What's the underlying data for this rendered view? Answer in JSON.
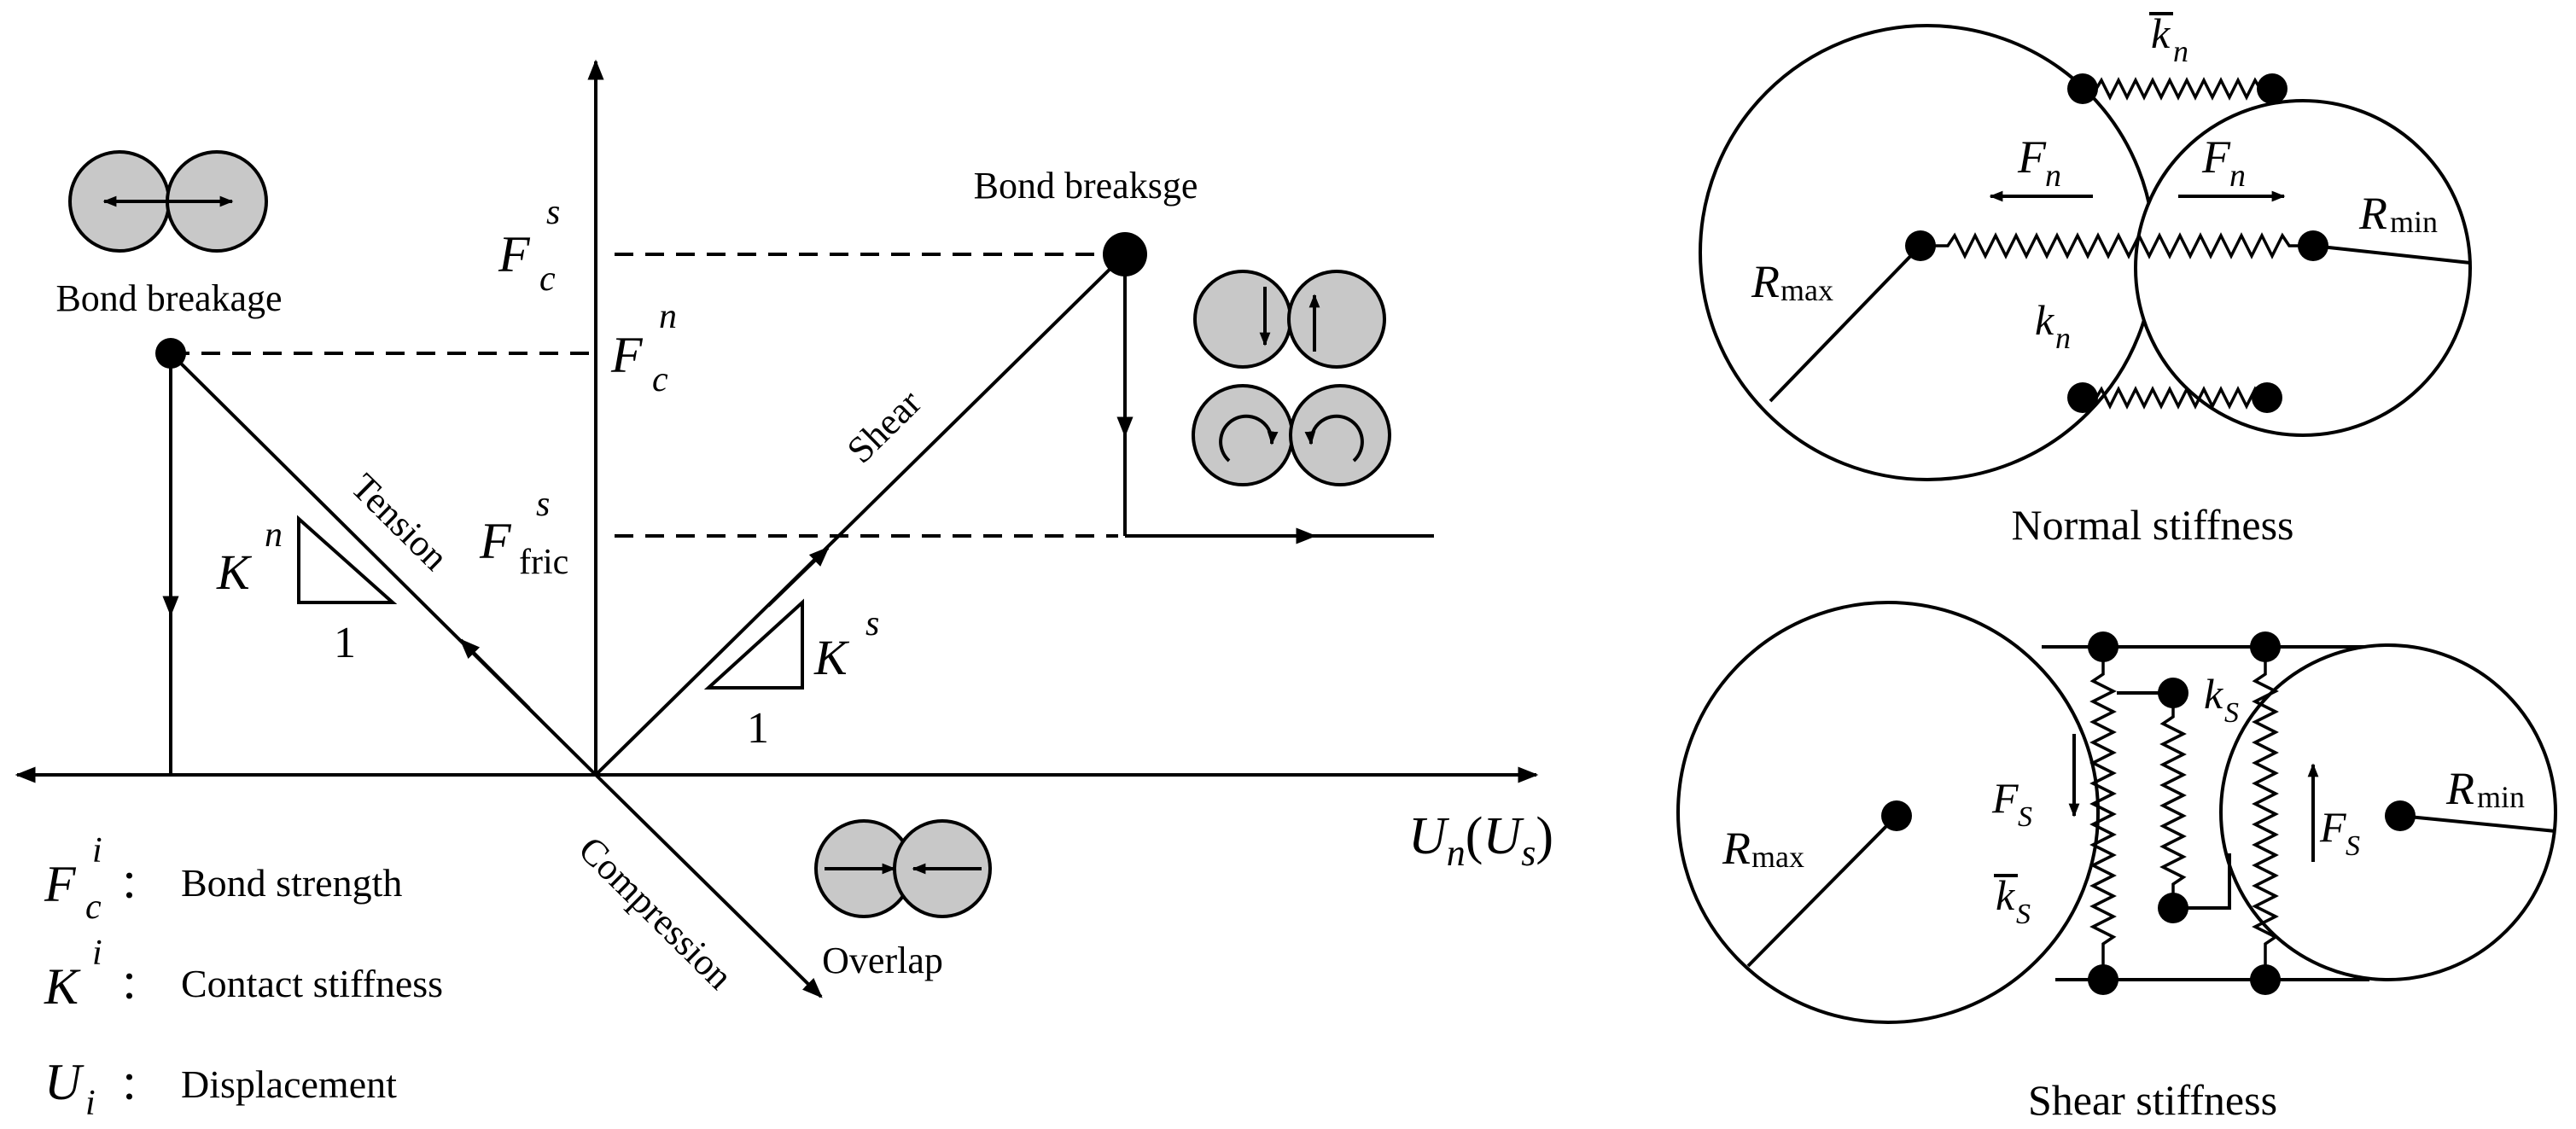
{
  "left_diagram": {
    "x_axis_label": {
      "main": "U",
      "sub1": "n",
      "paren_open": "(",
      "main2": "U",
      "sub2": "s",
      "paren_close": ")"
    },
    "y_fcs": {
      "main": "F",
      "sup": "s",
      "sub": "c"
    },
    "y_fcn": {
      "main": "F",
      "sup": "n",
      "sub": "c"
    },
    "y_ffric": {
      "main": "F",
      "sup": "s",
      "sub": "fric"
    },
    "bond_breakage_left": "Bond breakage",
    "bond_breakage_right": "Bond breaksge",
    "tension": "Tension",
    "shear": "Shear",
    "compression": "Compression",
    "overlap": "Overlap",
    "kn": {
      "main": "K",
      "sup": "n",
      "one": "1"
    },
    "ks": {
      "main": "K",
      "sup": "s",
      "one": "1"
    }
  },
  "legend": [
    {
      "main": "F",
      "sup": "i",
      "sub": "c",
      "sep": "：",
      "text": "Bond strength"
    },
    {
      "main": "K",
      "sup": "i",
      "sub": "",
      "sep": "：",
      "text": "Contact stiffness"
    },
    {
      "main": "U",
      "sup": "",
      "sub": "i",
      "sep": "：",
      "text": "Displacement"
    }
  ],
  "normal_panel": {
    "caption": "Normal stiffness",
    "rmax": {
      "main": "R",
      "sub": "max"
    },
    "rmin": {
      "main": "R",
      "sub": "min"
    },
    "fn_left": {
      "main": "F",
      "sub": "n"
    },
    "fn_right": {
      "main": "F",
      "sub": "n"
    },
    "kbar": {
      "main": "k",
      "sub": "n"
    },
    "k": {
      "main": "k",
      "sub": "n"
    }
  },
  "shear_panel": {
    "caption": "Shear stiffness",
    "rmax": {
      "main": "R",
      "sub": "max"
    },
    "rmin": {
      "main": "R",
      "sub": "min"
    },
    "fs_left": {
      "main": "F",
      "sub": "S"
    },
    "fs_right": {
      "main": "F",
      "sub": "S"
    },
    "kbar": {
      "main": "k",
      "sub": "S"
    },
    "k": {
      "main": "k",
      "sub": "S"
    }
  }
}
